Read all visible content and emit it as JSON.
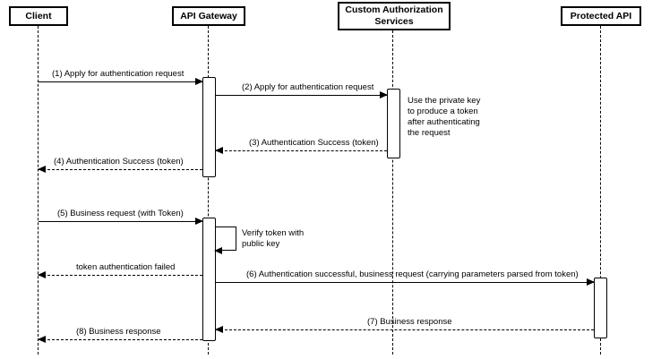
{
  "diagram": {
    "participants": [
      {
        "label": "Client"
      },
      {
        "label": "API Gateway"
      },
      {
        "label": "Custom Authorization Services"
      },
      {
        "label": "Protected API"
      }
    ],
    "messages": [
      {
        "label": "(1) Apply for authentication request",
        "from": "Client",
        "to": "API Gateway",
        "style": "solid"
      },
      {
        "label": "(2) Apply for authentication request",
        "from": "API Gateway",
        "to": "Custom Authorization Services",
        "style": "solid"
      },
      {
        "label": "(3) Authentication Success (token)",
        "from": "Custom Authorization Services",
        "to": "API Gateway",
        "style": "dashed"
      },
      {
        "label": "(4) Authentication Success (token)",
        "from": "API Gateway",
        "to": "Client",
        "style": "dashed"
      },
      {
        "label": "(5) Business request (with Token)",
        "from": "Client",
        "to": "API Gateway",
        "style": "solid"
      },
      {
        "label": "Verify token with public key",
        "from": "API Gateway",
        "to": "API Gateway",
        "style": "self"
      },
      {
        "label": "token authentication failed",
        "from": "API Gateway",
        "to": "Client",
        "style": "dashed"
      },
      {
        "label": "(6) Authentication successful, business request (carrying parameters parsed from token)",
        "from": "API Gateway",
        "to": "Protected API",
        "style": "solid"
      },
      {
        "label": "(7) Business response",
        "from": "Protected API",
        "to": "API Gateway",
        "style": "dashed"
      },
      {
        "label": "(8) Business response",
        "from": "API Gateway",
        "to": "Client",
        "style": "dashed"
      }
    ],
    "note": {
      "text": "Use the private key to produce a token after authenticating the request"
    }
  }
}
